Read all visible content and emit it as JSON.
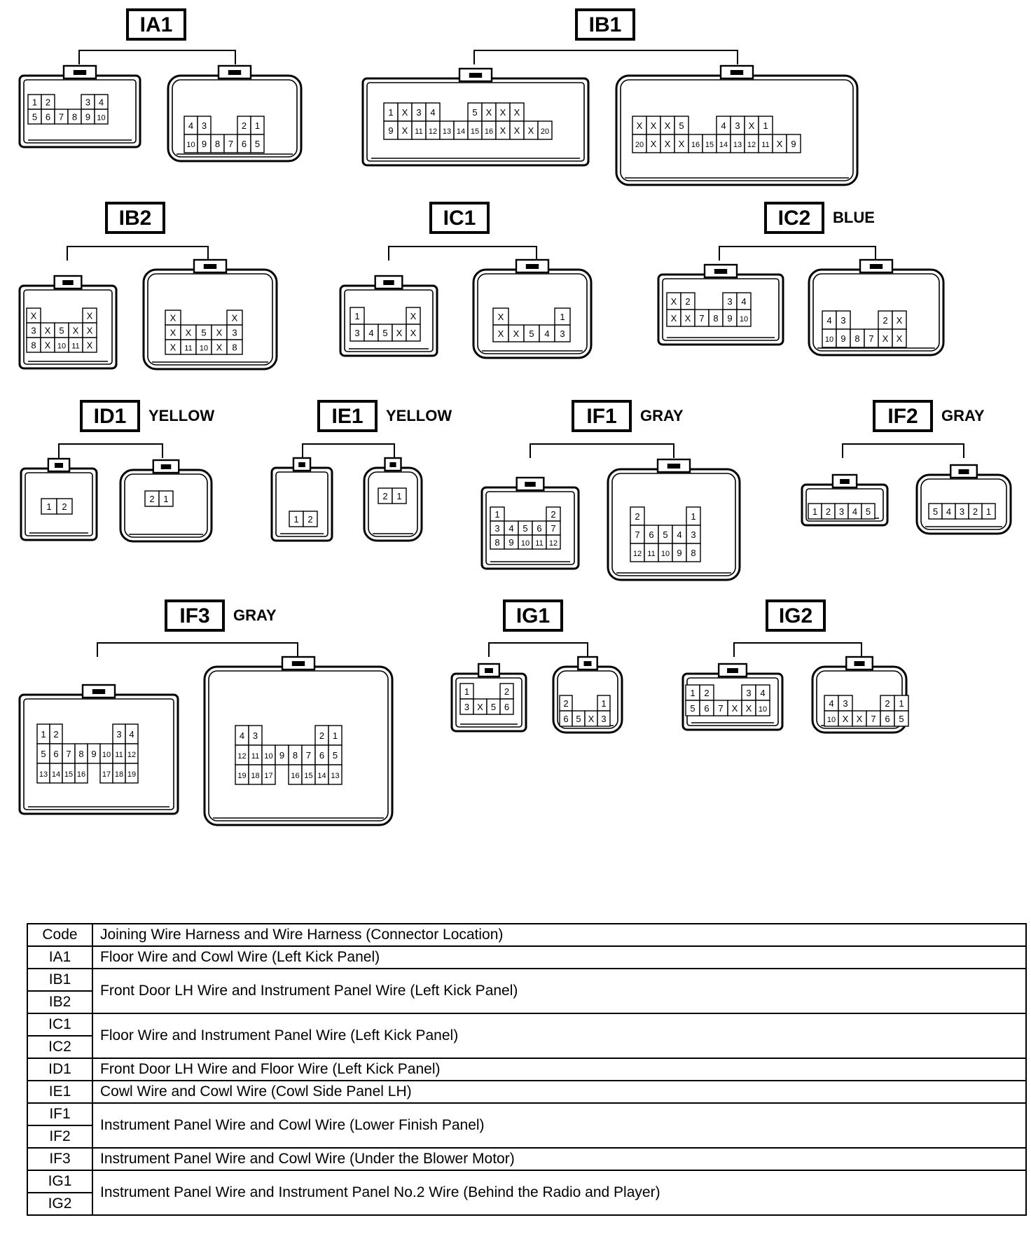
{
  "connectors": [
    {
      "id": "IA1",
      "code": "IA1",
      "color": "",
      "female_rows": [
        [
          "1",
          "2",
          "",
          "",
          "3",
          "4"
        ],
        [
          "5",
          "6",
          "7",
          "8",
          "9",
          "10"
        ]
      ],
      "male_rows": [
        [
          "4",
          "3",
          "",
          "",
          "2",
          "1"
        ],
        [
          "10",
          "9",
          "8",
          "7",
          "6",
          "5"
        ]
      ]
    },
    {
      "id": "IB1",
      "code": "IB1",
      "color": "",
      "female_rows": [
        [
          "1",
          "X",
          "3",
          "4",
          "",
          "",
          "5",
          "X",
          "X",
          "X"
        ],
        [
          "9",
          "X",
          "11",
          "12",
          "13",
          "14",
          "15",
          "16",
          "X",
          "X",
          "X",
          "20"
        ]
      ],
      "male_rows": [
        [
          "X",
          "X",
          "X",
          "5",
          "",
          "",
          "4",
          "3",
          "X",
          "1"
        ],
        [
          "20",
          "X",
          "X",
          "X",
          "16",
          "15",
          "14",
          "13",
          "12",
          "11",
          "X",
          "9"
        ]
      ]
    },
    {
      "id": "IB2",
      "code": "IB2",
      "color": "",
      "female_rows": [
        [
          "X",
          "",
          "",
          "",
          "X"
        ],
        [
          "3",
          "X",
          "5",
          "X",
          "X"
        ],
        [
          "8",
          "X",
          "10",
          "11",
          "X"
        ]
      ],
      "male_rows": [
        [
          "X",
          "",
          "",
          "",
          "X"
        ],
        [
          "X",
          "X",
          "5",
          "X",
          "3"
        ],
        [
          "X",
          "11",
          "10",
          "X",
          "8"
        ]
      ]
    },
    {
      "id": "IC1",
      "code": "IC1",
      "color": "",
      "female_rows": [
        [
          "1",
          "",
          "",
          "",
          "X"
        ],
        [
          "3",
          "4",
          "5",
          "X",
          "X"
        ]
      ],
      "male_rows": [
        [
          "X",
          "",
          "",
          "",
          "1"
        ],
        [
          "X",
          "X",
          "5",
          "4",
          "3"
        ]
      ]
    },
    {
      "id": "IC2",
      "code": "IC2",
      "color": "BLUE",
      "female_rows": [
        [
          "X",
          "2",
          "",
          "",
          "3",
          "4"
        ],
        [
          "X",
          "X",
          "7",
          "8",
          "9",
          "10"
        ]
      ],
      "male_rows": [
        [
          "4",
          "3",
          "",
          "",
          "2",
          "X"
        ],
        [
          "10",
          "9",
          "8",
          "7",
          "X",
          "X"
        ]
      ]
    },
    {
      "id": "ID1",
      "code": "ID1",
      "color": "YELLOW",
      "female_rows": [
        [
          "1",
          "2"
        ]
      ],
      "male_rows": [
        [
          "2",
          "1"
        ]
      ]
    },
    {
      "id": "IE1",
      "code": "IE1",
      "color": "YELLOW",
      "female_rows": [
        [
          "1",
          "2"
        ]
      ],
      "male_rows": [
        [
          "2",
          "1"
        ]
      ]
    },
    {
      "id": "IF1",
      "code": "IF1",
      "color": "GRAY",
      "female_rows": [
        [
          "1",
          "",
          "",
          "",
          "2"
        ],
        [
          "3",
          "4",
          "5",
          "6",
          "7"
        ],
        [
          "8",
          "9",
          "10",
          "11",
          "12"
        ]
      ],
      "male_rows": [
        [
          "2",
          "",
          "",
          "",
          "1"
        ],
        [
          "7",
          "6",
          "5",
          "4",
          "3"
        ],
        [
          "12",
          "11",
          "10",
          "9",
          "8"
        ]
      ]
    },
    {
      "id": "IF2",
      "code": "IF2",
      "color": "GRAY",
      "female_rows": [
        [
          "1",
          "2",
          "3",
          "4",
          "5"
        ]
      ],
      "male_rows": [
        [
          "5",
          "4",
          "3",
          "2",
          "1"
        ]
      ]
    },
    {
      "id": "IF3",
      "code": "IF3",
      "color": "GRAY",
      "female_rows": [
        [
          "1",
          "2",
          "",
          "",
          "",
          "",
          "3",
          "4"
        ],
        [
          "5",
          "6",
          "7",
          "8",
          "9",
          "10",
          "11",
          "12"
        ],
        [
          "13",
          "14",
          "15",
          "16",
          "",
          "17",
          "18",
          "19"
        ]
      ],
      "male_rows": [
        [
          "4",
          "3",
          "",
          "",
          "",
          "",
          "2",
          "1"
        ],
        [
          "12",
          "11",
          "10",
          "9",
          "8",
          "7",
          "6",
          "5"
        ],
        [
          "19",
          "18",
          "17",
          "",
          "16",
          "15",
          "14",
          "13"
        ]
      ]
    },
    {
      "id": "IG1",
      "code": "IG1",
      "color": "",
      "female_rows": [
        [
          "1",
          "",
          "",
          "2"
        ],
        [
          "3",
          "X",
          "5",
          "6"
        ]
      ],
      "male_rows": [
        [
          "2",
          "",
          "",
          "1"
        ],
        [
          "6",
          "5",
          "X",
          "3"
        ]
      ]
    },
    {
      "id": "IG2",
      "code": "IG2",
      "color": "",
      "female_rows": [
        [
          "1",
          "2",
          "",
          "",
          "3",
          "4"
        ],
        [
          "5",
          "6",
          "7",
          "X",
          "X",
          "10"
        ]
      ],
      "male_rows": [
        [
          "4",
          "3",
          "",
          "",
          "2",
          "1"
        ],
        [
          "10",
          "X",
          "X",
          "7",
          "6",
          "5"
        ]
      ]
    }
  ],
  "table": {
    "header": {
      "code": "Code",
      "desc": "Joining Wire Harness and Wire Harness (Connector Location)"
    },
    "rows": [
      {
        "codes": [
          "IA1"
        ],
        "desc": "Floor Wire and Cowl Wire (Left Kick Panel)"
      },
      {
        "codes": [
          "IB1",
          "IB2"
        ],
        "desc": "Front Door LH Wire and Instrument Panel Wire (Left Kick Panel)"
      },
      {
        "codes": [
          "IC1",
          "IC2"
        ],
        "desc": "Floor Wire and Instrument Panel Wire (Left Kick Panel)"
      },
      {
        "codes": [
          "ID1"
        ],
        "desc": "Front Door LH Wire and Floor Wire (Left Kick Panel)"
      },
      {
        "codes": [
          "IE1"
        ],
        "desc": "Cowl Wire and Cowl Wire (Cowl Side Panel LH)"
      },
      {
        "codes": [
          "IF1",
          "IF2"
        ],
        "desc": "Instrument Panel Wire and Cowl Wire (Lower Finish Panel)"
      },
      {
        "codes": [
          "IF3"
        ],
        "desc": "Instrument Panel Wire and Cowl Wire (Under the Blower Motor)"
      },
      {
        "codes": [
          "IG1",
          "IG2"
        ],
        "desc": "Instrument Panel Wire and Instrument Panel No.2 Wire (Behind the Radio and Player)"
      }
    ]
  }
}
